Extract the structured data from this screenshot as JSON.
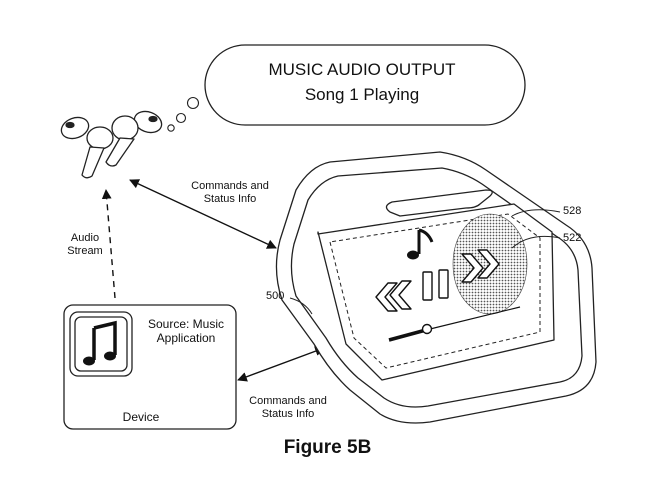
{
  "cloud": {
    "line1": "MUSIC AUDIO OUTPUT",
    "line2": "Song 1 Playing"
  },
  "labels": {
    "commands_top": [
      "Commands and",
      "Status Info"
    ],
    "commands_bottom": [
      "Commands and",
      "Status Info"
    ],
    "audio_stream": [
      "Audio",
      "Stream"
    ],
    "source": [
      "Source: Music",
      "Application"
    ],
    "device": "Device"
  },
  "references": {
    "r528": "528",
    "r522": "522",
    "r500": "500"
  },
  "caption": "Figure 5B",
  "icons": [
    "earbuds-icon",
    "music-note-icon",
    "rewind-icon",
    "pause-icon",
    "fast-forward-icon",
    "music-app-icon"
  ]
}
